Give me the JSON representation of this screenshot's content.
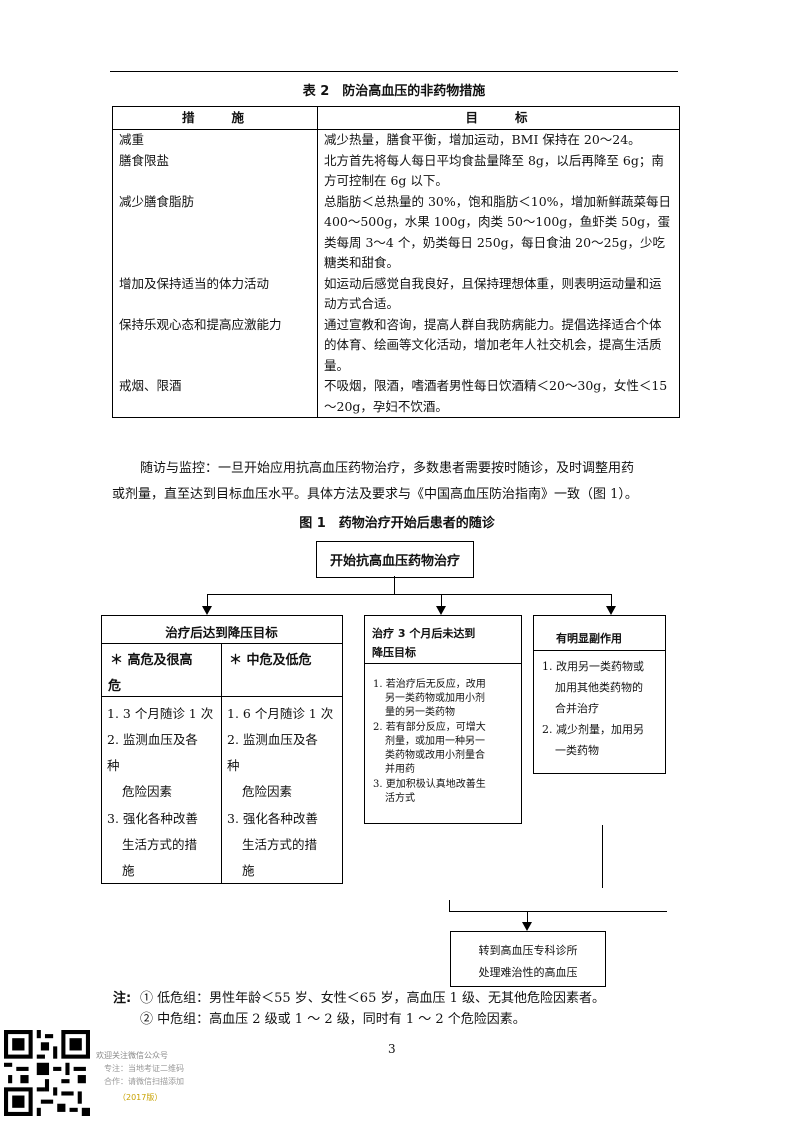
{
  "table": {
    "title": "表 2　防治高血压的非药物措施",
    "headers": [
      "措　　施",
      "目　　标"
    ],
    "rows": [
      {
        "measure": "减重",
        "goal": "减少热量，膳食平衡，增加运动，BMI 保持在 20～24。"
      },
      {
        "measure": "膳食限盐",
        "goal": "北方首先将每人每日平均食盐量降至 8g，以后再降至 6g；南方可控制在 6g 以下。"
      },
      {
        "measure": "减少膳食脂肪",
        "goal": "总脂肪＜总热量的 30%，饱和脂肪＜10%，增加新鲜蔬菜每日 400～500g，水果 100g，肉类 50～100g，鱼虾类 50g，蛋类每周 3～4 个，奶类每日 250g，每日食油 20～25g，少吃糖类和甜食。"
      },
      {
        "measure": "增加及保持适当的体力活动",
        "goal": "如运动后感觉自我良好，且保持理想体重，则表明运动量和运动方式合适。"
      },
      {
        "measure": "保持乐观心态和提高应激能力",
        "goal": "通过宣教和咨询，提高人群自我防病能力。提倡选择适合个体的体育、绘画等文化活动，增加老年人社交机会，提高生活质量。"
      },
      {
        "measure": "戒烟、限酒",
        "goal": "不吸烟，限酒，嗜酒者男性每日饮酒精＜20～30g，女性＜15～20g，孕妇不饮酒。"
      }
    ]
  },
  "paragraph": {
    "line1": "随访与监控：一旦开始应用抗高血压药物治疗，多数患者需要按时随诊，及时调整用药",
    "line2": "或剂量，直至达到目标血压水平。具体方法及要求与《中国高血压防治指南》一致（图 1）。"
  },
  "figure": {
    "title": "图 1　药物治疗开始后患者的随诊",
    "start": "开始抗高血压药物治疗",
    "left_box": {
      "title": "治疗后达到降压目标",
      "col1_head_a": "＊ 高危及很高",
      "col1_head_b": "危",
      "col2_head": "＊ 中危及低危",
      "col1_lines": [
        "1. 3 个月随诊 1 次",
        "2. 监测血压及各",
        "种",
        "危险因素",
        "3. 强化各种改善",
        "生活方式的措",
        "施"
      ],
      "col2_lines": [
        "1. 6 个月随诊 1 次",
        "2. 监测血压及各",
        "种",
        "危险因素",
        "3. 强化各种改善",
        "生活方式的措",
        "施"
      ]
    },
    "mid_box": {
      "title_a": "治疗 3 个月后未达到",
      "title_b": "降压目标",
      "lines": [
        "1. 若治疗后无反应，改用",
        "另一类药物或加用小剂",
        "量的另一类药物",
        "2. 若有部分反应，可增大",
        "剂量，或加用一种另一",
        "类药物或改用小剂量合",
        "并用药",
        "3. 更加积极认真地改善生",
        "活方式"
      ]
    },
    "right_box": {
      "title": "有明显副作用",
      "lines": [
        "1. 改用另一类药物或",
        "加用其他类药物的",
        "合并治疗",
        "2. 减少剂量，加用另",
        "一类药物"
      ]
    },
    "referral_box": {
      "line1": "转到高血压专科诊所",
      "line2": "处理难治性的高血压"
    }
  },
  "notes": {
    "label": "注:",
    "item1": "① 低危组：男性年龄＜55 岁、女性＜65 岁，高血压 1 级、无其他危险因素者。",
    "item2": "② 中危组：高血压 2 级或 1 ～ 2 级，同时有 1 ～ 2 个危险因素。"
  },
  "page_number": "3",
  "watermark": {
    "line1": "欢迎关注微信公众号",
    "line2": "专注：当地考证二维码",
    "line3": "合作：请微信扫描添加",
    "line4": "（2017版）"
  }
}
